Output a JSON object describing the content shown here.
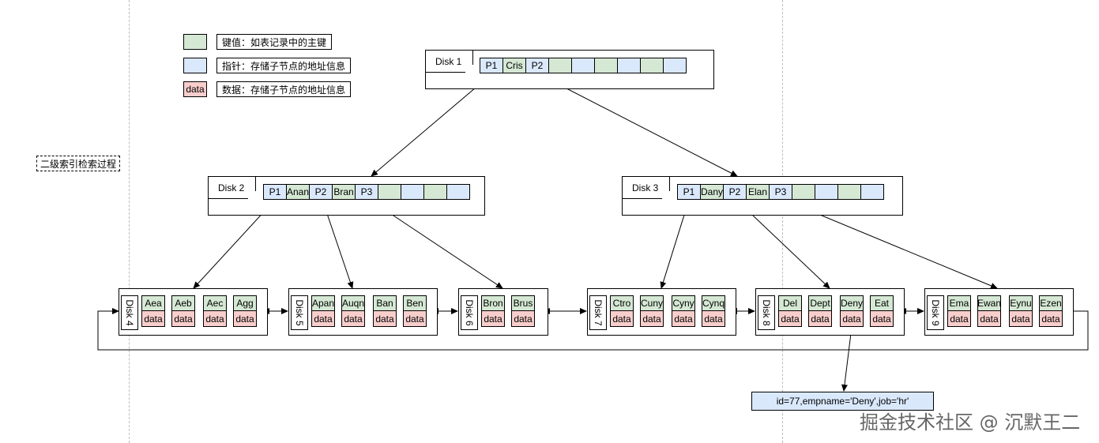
{
  "legend": [
    {
      "swatch_text": "",
      "color": "#d5e8d4",
      "text": "键值：如表记录中的主键"
    },
    {
      "swatch_text": "",
      "color": "#dae8fc",
      "text": "指针：存储子节点的地址信息"
    },
    {
      "swatch_text": "data",
      "color": "#f8cecc",
      "text": "数据：存储子节点的地址信息"
    }
  ],
  "process_label": "二级索引检索过程",
  "root": {
    "label": "Disk 1",
    "cells": [
      {
        "text": "P1",
        "kind": "pointer"
      },
      {
        "text": "Cris",
        "kind": "key"
      },
      {
        "text": "P2",
        "kind": "pointer"
      },
      {
        "text": "",
        "kind": "key"
      },
      {
        "text": "",
        "kind": "pointer"
      },
      {
        "text": "",
        "kind": "key"
      },
      {
        "text": "",
        "kind": "pointer"
      },
      {
        "text": "",
        "kind": "key"
      },
      {
        "text": "",
        "kind": "pointer"
      }
    ]
  },
  "internal": [
    {
      "label": "Disk 2",
      "cells": [
        {
          "text": "P1",
          "kind": "pointer"
        },
        {
          "text": "Anan",
          "kind": "key"
        },
        {
          "text": "P2",
          "kind": "pointer"
        },
        {
          "text": "Bran",
          "kind": "key"
        },
        {
          "text": "P3",
          "kind": "pointer"
        },
        {
          "text": "",
          "kind": "key"
        },
        {
          "text": "",
          "kind": "pointer"
        },
        {
          "text": "",
          "kind": "key"
        },
        {
          "text": "",
          "kind": "pointer"
        }
      ]
    },
    {
      "label": "Disk 3",
      "cells": [
        {
          "text": "P1",
          "kind": "pointer"
        },
        {
          "text": "Dany",
          "kind": "key"
        },
        {
          "text": "P2",
          "kind": "pointer"
        },
        {
          "text": "Elan",
          "kind": "key"
        },
        {
          "text": "P3",
          "kind": "pointer"
        },
        {
          "text": "",
          "kind": "key"
        },
        {
          "text": "",
          "kind": "pointer"
        },
        {
          "text": "",
          "kind": "key"
        },
        {
          "text": "",
          "kind": "pointer"
        }
      ]
    }
  ],
  "leaves": [
    {
      "label": "Disk 4",
      "keys": [
        "Aea",
        "Aeb",
        "Aec",
        "Agg"
      ],
      "data": [
        "data",
        "data",
        "data",
        "data"
      ]
    },
    {
      "label": "Disk 5",
      "keys": [
        "Apan",
        "Auqn",
        "Ban",
        "Ben"
      ],
      "data": [
        "data",
        "data",
        "data",
        "data"
      ]
    },
    {
      "label": "Disk 6",
      "keys": [
        "Bron",
        "Brus"
      ],
      "data": [
        "data",
        "data"
      ]
    },
    {
      "label": "Disk 7",
      "keys": [
        "Ctro",
        "Cuny",
        "Cyny",
        "Cynq"
      ],
      "data": [
        "data",
        "data",
        "data",
        "data"
      ]
    },
    {
      "label": "Disk 8",
      "keys": [
        "Del",
        "Dept",
        "Deny",
        "Eat"
      ],
      "data": [
        "data",
        "data",
        "data",
        "data"
      ]
    },
    {
      "label": "Disk 9",
      "keys": [
        "Ema",
        "Ewan",
        "Eynu",
        "Ezen"
      ],
      "data": [
        "data",
        "data",
        "data",
        "data"
      ]
    }
  ],
  "result": "id=77,empname='Deny',job='hr'",
  "watermark": "掘金技术社区 @ 沉默王二",
  "colors": {
    "key": "#d5e8d4",
    "pointer": "#dae8fc",
    "data": "#f8cecc"
  }
}
